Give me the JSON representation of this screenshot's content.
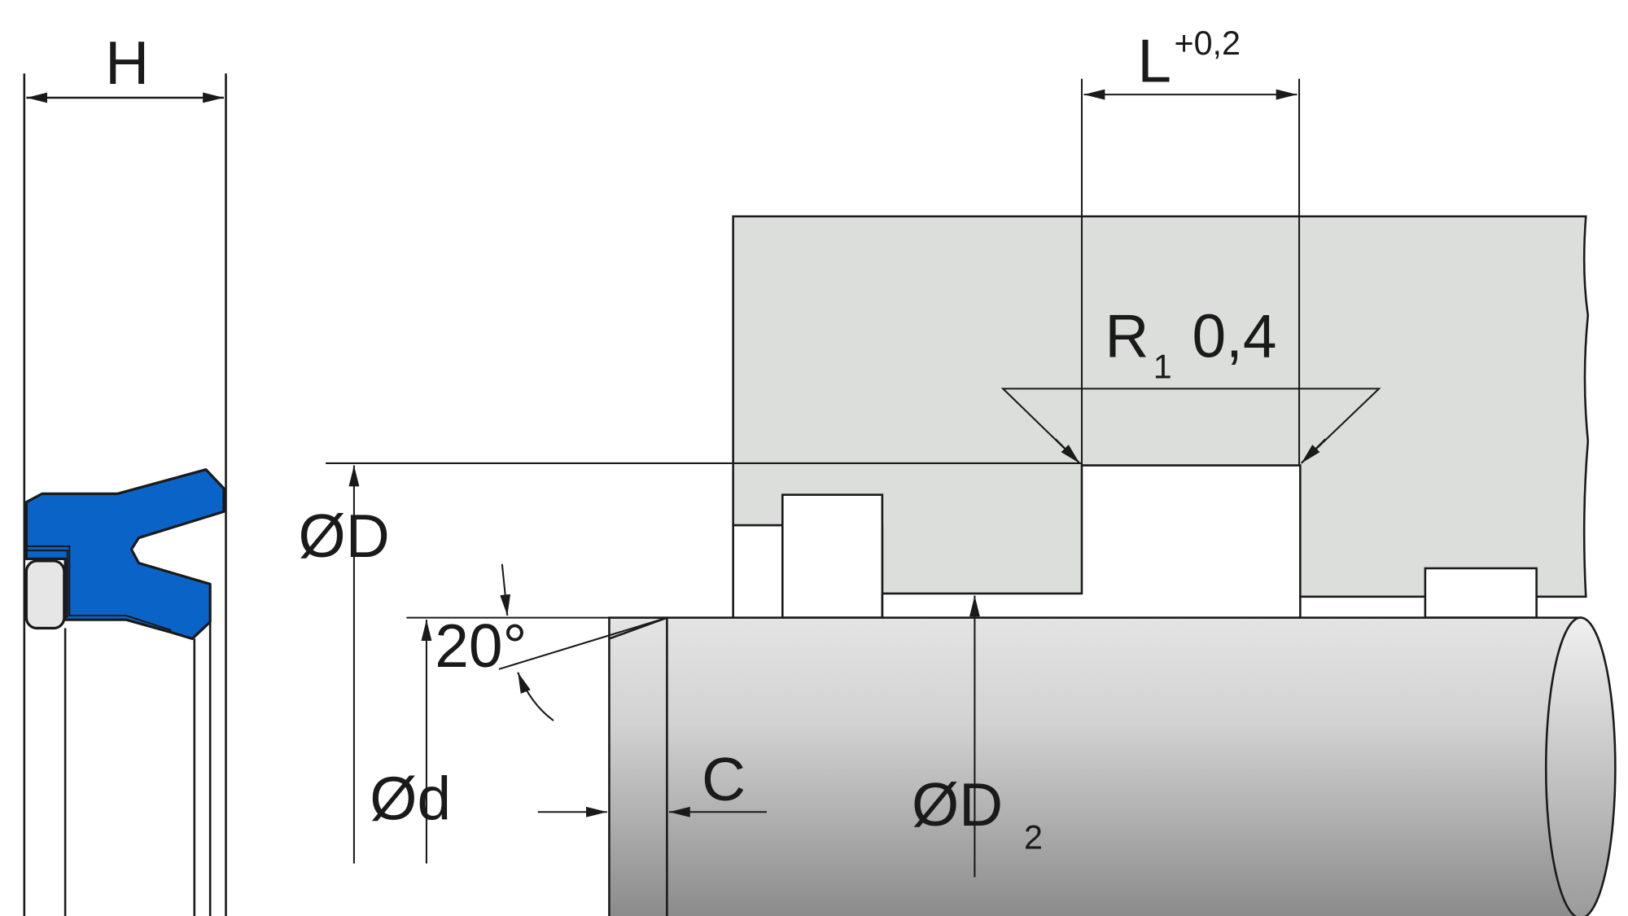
{
  "labels": {
    "H": "H",
    "L": "L",
    "L_tolerance": "+0,2",
    "R": "R",
    "R_sub": "1",
    "R_value": "0,4",
    "D": "ØD",
    "angle": "20°",
    "d": "Ød",
    "C": "C",
    "D2": "ØD",
    "D2_sub": "2"
  },
  "colors": {
    "seal": "#0a64c8",
    "housing": "#dcdedc",
    "oring": "#e6e6e6"
  }
}
